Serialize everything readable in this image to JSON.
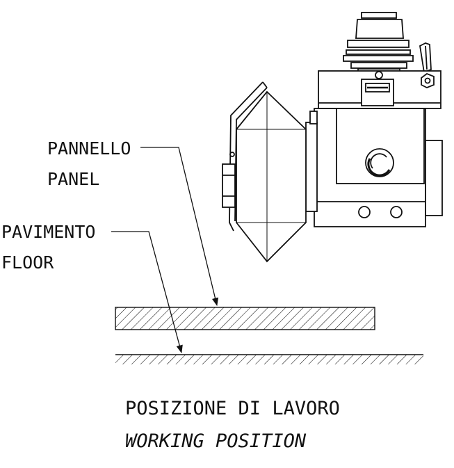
{
  "labels": {
    "panel_it": "PANNELLO",
    "panel_en": "PANEL",
    "floor_it": "PAVIMENTO",
    "floor_en": "FLOOR"
  },
  "caption": {
    "line1": "POSIZIONE DI LAVORO",
    "line2": "WORKING POSITION"
  }
}
